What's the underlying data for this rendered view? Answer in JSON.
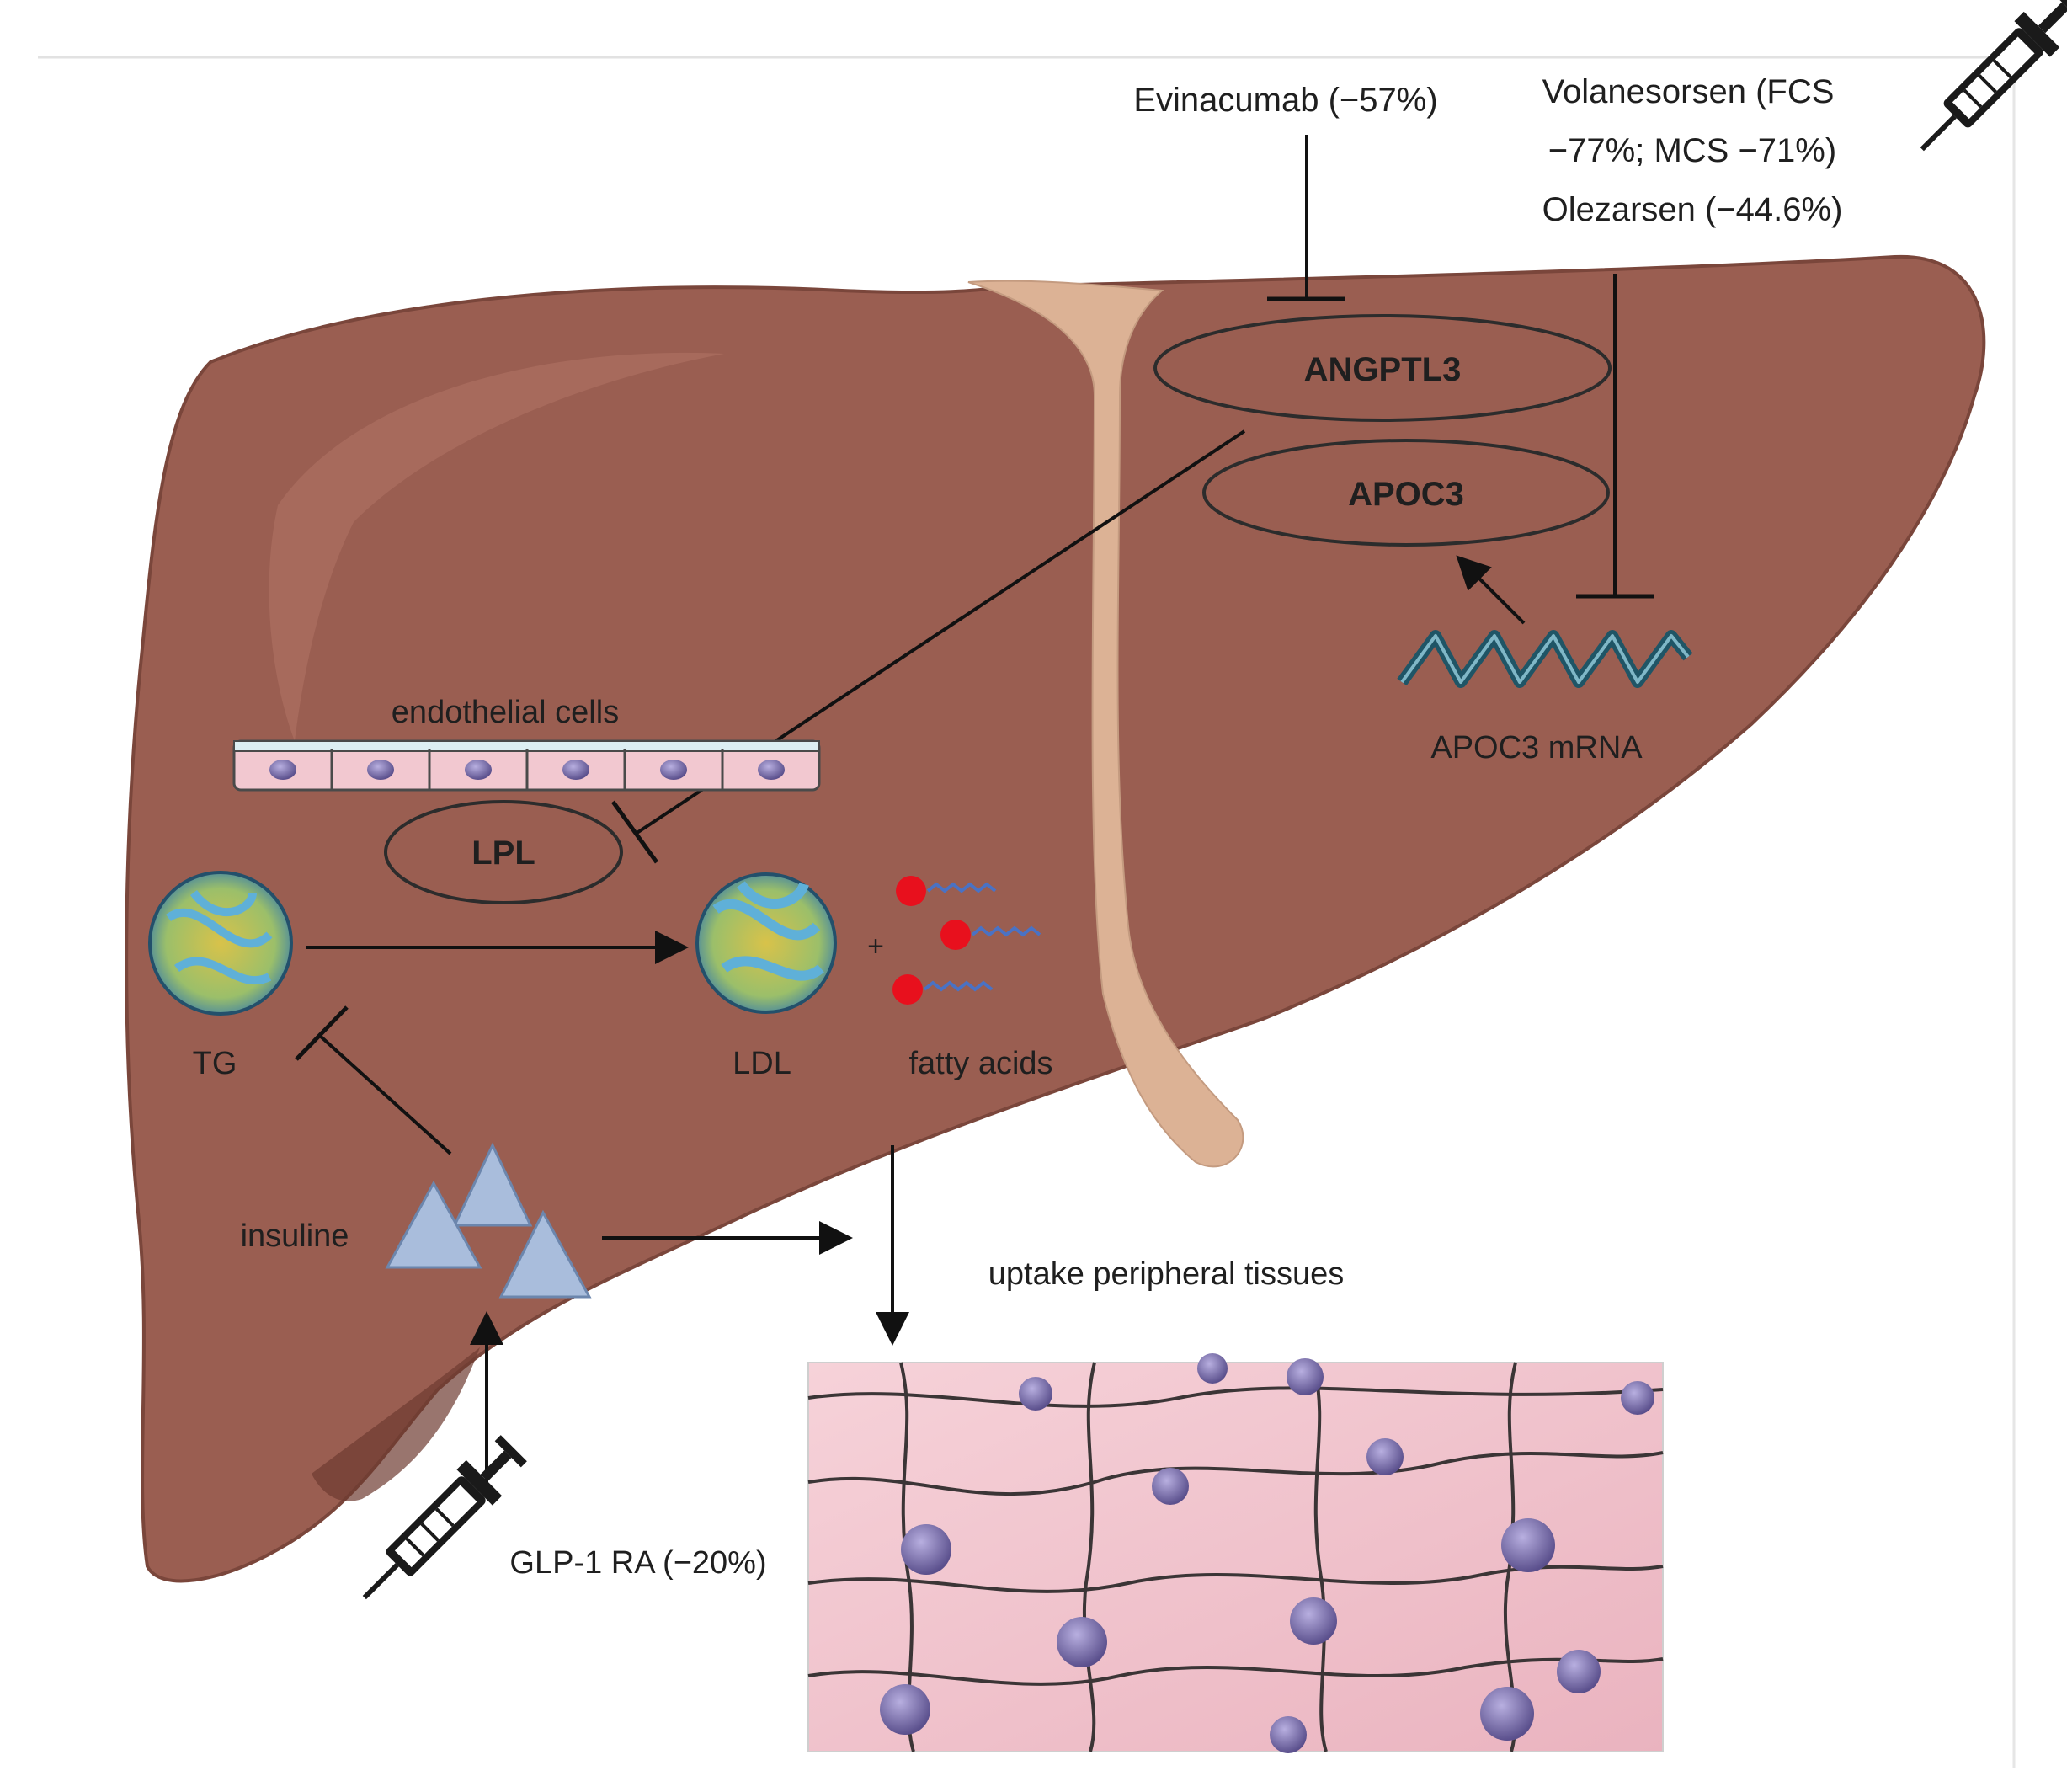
{
  "labels": {
    "evinacumab": "Evinacumab (−57%)",
    "volanesorsen_line1": "Volanesorsen (FCS",
    "volanesorsen_line2": "−77%; MCS  −71%)",
    "olezarsen": "Olezarsen (−44.6%)",
    "angptl3": "ANGPTL3",
    "apoc3": "APOC3",
    "apoc3_mrna": "APOC3 mRNA",
    "endothelial_cells": "endothelial cells",
    "lpl": "LPL",
    "tg": "TG",
    "ldl": "LDL",
    "fatty_acids": "fatty acids",
    "plus": "+",
    "insuline": "insuline",
    "uptake": "uptake peripheral tissues",
    "glp1": "GLP-1 RA (−20%)"
  },
  "colors": {
    "liver": "#9a5e51",
    "liver_outline": "#7a463b",
    "ligament": "#dcb295",
    "endothelial": "#f2c8d0",
    "tissue": "#f1c4cc",
    "tissue_lines": "#3b3536",
    "nucleus": "#6a5f9a",
    "insulin": "#a9bddc",
    "fatty_acid_head": "#e8101d",
    "fatty_acid_tail": "#4a72c4",
    "lipoprotein": "#6fb3d6",
    "lipoprotein_core": "#d8c24a"
  }
}
